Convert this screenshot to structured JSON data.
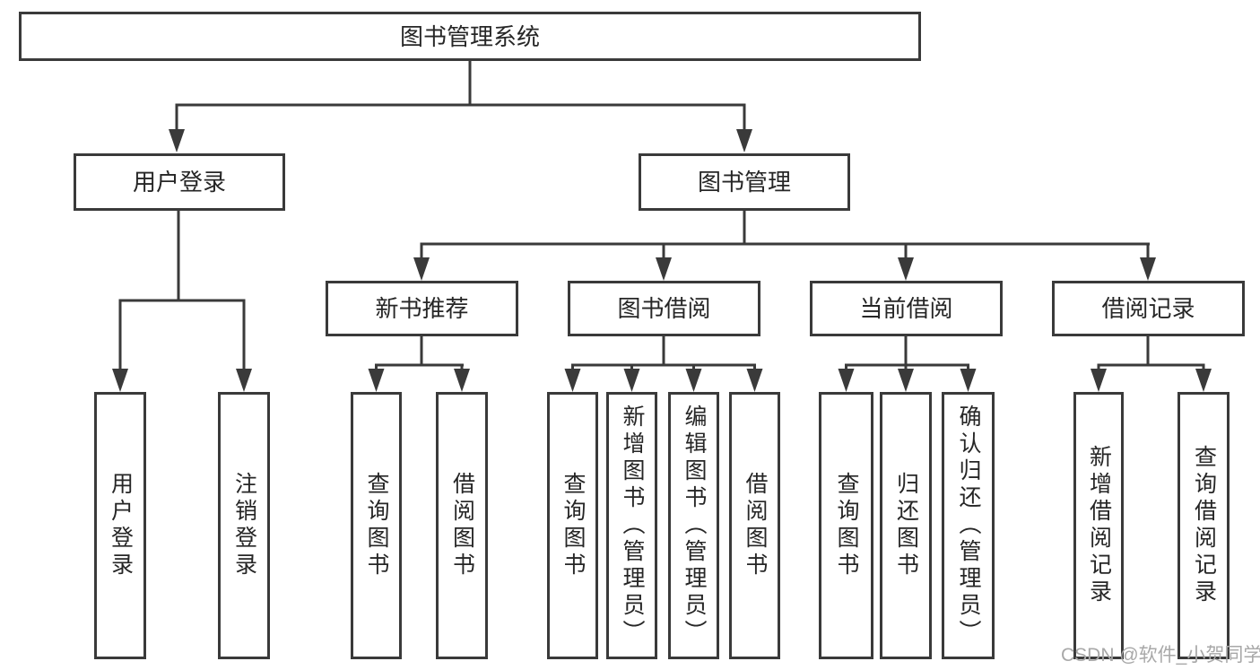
{
  "tree": {
    "root": {
      "label": "图书管理系统"
    },
    "branches": [
      {
        "label": "用户登录",
        "children": [
          {
            "label": "用户登录"
          },
          {
            "label": "注销登录"
          }
        ]
      },
      {
        "label": "图书管理",
        "children": [
          {
            "label": "新书推荐",
            "children": [
              {
                "label": "查询图书"
              },
              {
                "label": "借阅图书"
              }
            ]
          },
          {
            "label": "图书借阅",
            "children": [
              {
                "label": "查询图书"
              },
              {
                "label": "新增图书（管理员）"
              },
              {
                "label": "编辑图书（管理员）"
              },
              {
                "label": "借阅图书"
              }
            ]
          },
          {
            "label": "当前借阅",
            "children": [
              {
                "label": "查询图书"
              },
              {
                "label": "归还图书"
              },
              {
                "label": "确认归还（管理员）"
              }
            ]
          },
          {
            "label": "借阅记录",
            "children": [
              {
                "label": "新增借阅记录"
              },
              {
                "label": "查询借阅记录"
              }
            ]
          }
        ]
      }
    ]
  },
  "watermark": {
    "text": "CSDN @软件_小贺同学"
  },
  "colors": {
    "line": "#3a3a3a",
    "text": "#262626",
    "watermark_gray": "#a8a8a8",
    "background": "#ffffff"
  }
}
